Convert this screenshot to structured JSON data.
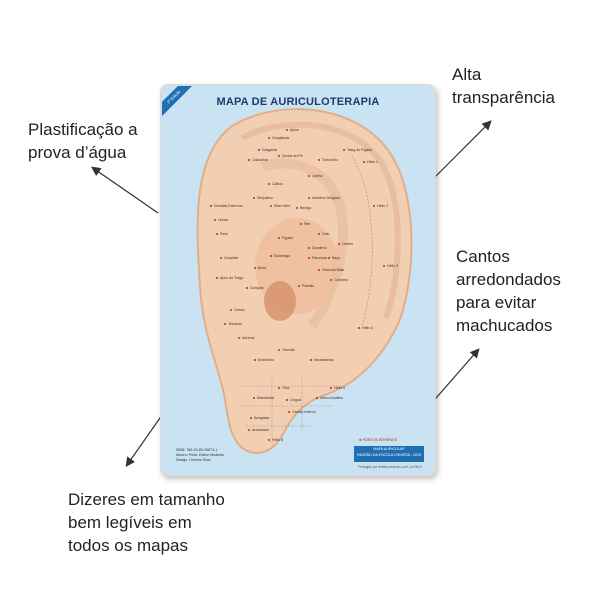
{
  "callouts": {
    "plastificacao": [
      "Plastificação a",
      "prova d’água"
    ],
    "alta": [
      "Alta",
      "transparência"
    ],
    "cantos": [
      "Cantos",
      "arredondados",
      "para evitar",
      "machucados"
    ],
    "dizeres": [
      "Dizeres em tamanho",
      "bem legíveis em",
      "todos os mapas"
    ]
  },
  "poster": {
    "title": "MAPA DE AURICULOTERAPIA",
    "edition": "2ª Edição",
    "points": [
      "Ápice",
      "Ganglionar",
      "Yang do Fígado",
      "Hélix 1",
      "Garganta",
      "Calcanhar",
      "Dedos do Pé",
      "Tornozelo",
      "Joelho",
      "Ciático",
      "Hélix 2",
      "Genitais Externos",
      "Uretra",
      "Reto",
      "Shen Men",
      "Simpático",
      "Rim",
      "Colo",
      "Fígado",
      "Estômago",
      "Boca",
      "Coração",
      "Pulmão",
      "Hélix 3",
      "Hélix 4",
      "Ombro",
      "Cotovelo",
      "Olho",
      "Língua",
      "Mandíbula",
      "Hélix 5",
      "Amígdala",
      "Hélix 6",
      "Ansiedade",
      "Ouvido Interno",
      "Nervo Auditivo",
      "Neurastenia",
      "Ovário",
      "Testículo",
      "Adrenal",
      "Tireoide",
      "Pâncreas",
      "Vesícula Biliar",
      "Bexiga",
      "Intestino Delgado",
      "Duodeno",
      "Baço",
      "Endócrino",
      "Occipital",
      "Apex do Trago"
    ],
    "isbn_lines": [
      "ISBN: 789-20-80-25674-1",
      "Autora: Profa. Elaine Modesto",
      "Design: Homem Silva"
    ],
    "legend_key": "◄ PONTOS INTERNOS",
    "brand_lines": [
      "MAPA AURICULAR",
      "PADRÃO DA ESCOLA CHINESA - 2015"
    ],
    "rights": "Protegido por direitos autorais conf. Lei 9610",
    "colors": {
      "background": "#c9e3f2",
      "skin": "#f2cfb3",
      "skin_shadow": "#e2ad8b",
      "point": "#c2272d",
      "title": "#1f3a6e"
    }
  }
}
